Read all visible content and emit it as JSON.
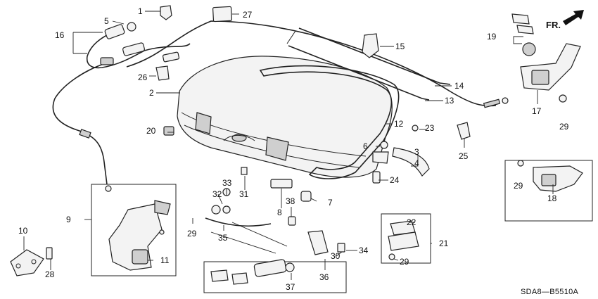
{
  "diagram": {
    "code": "SDA8—B5510A",
    "direction_label": "FR.",
    "callouts": [
      "1",
      "2",
      "3",
      "4",
      "5",
      "6",
      "7",
      "8",
      "9",
      "10",
      "11",
      "12",
      "13",
      "14",
      "15",
      "16",
      "17",
      "18",
      "19",
      "20",
      "21",
      "22",
      "23",
      "24",
      "25",
      "26",
      "27",
      "28",
      "29",
      "29",
      "29",
      "29",
      "29",
      "30",
      "31",
      "32",
      "33",
      "34",
      "35",
      "36",
      "37",
      "38"
    ]
  }
}
